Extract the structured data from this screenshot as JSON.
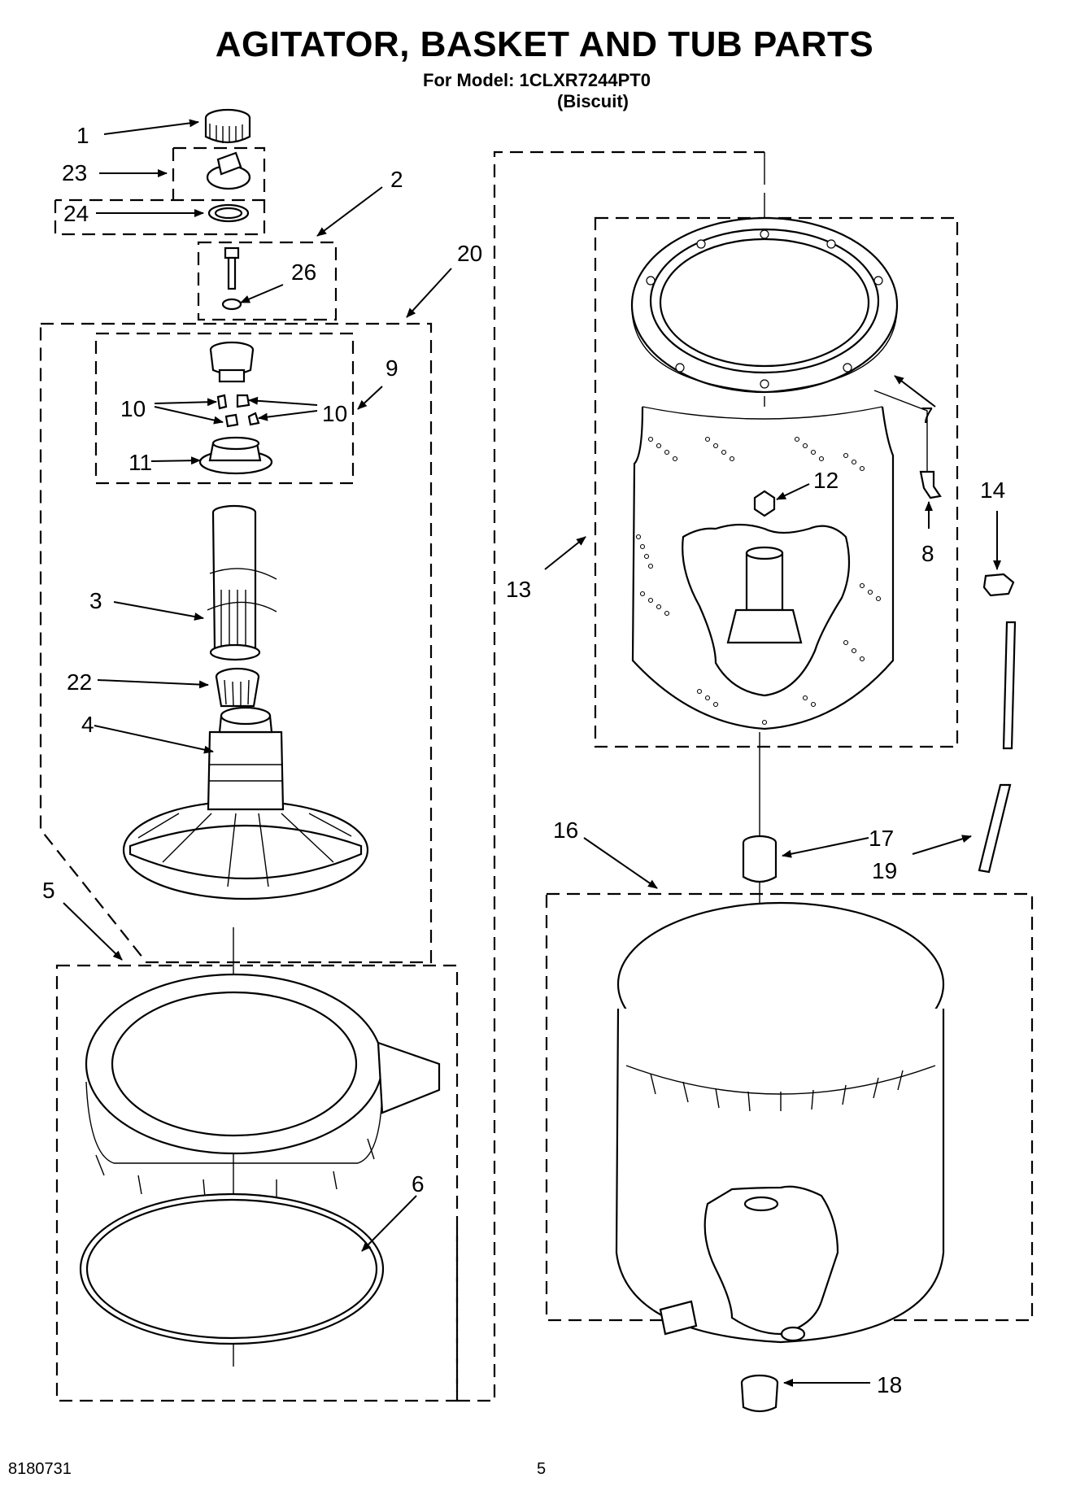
{
  "header": {
    "title": "AGITATOR, BASKET AND TUB PARTS",
    "model_line": "For Model: 1CLXR7244PT0",
    "color_line": "(Biscuit)"
  },
  "callouts": {
    "c1": "1",
    "c2": "2",
    "c3": "3",
    "c4": "4",
    "c5": "5",
    "c6": "6",
    "c7": "7",
    "c8": "8",
    "c9": "9",
    "c10a": "10",
    "c10b": "10",
    "c11": "11",
    "c12": "12",
    "c13": "13",
    "c14": "14",
    "c16": "16",
    "c17": "17",
    "c18": "18",
    "c19": "19",
    "c20": "20",
    "c22": "22",
    "c23": "23",
    "c24": "24",
    "c26": "26"
  },
  "footer": {
    "doc_number": "8180731",
    "page_number": "5"
  }
}
